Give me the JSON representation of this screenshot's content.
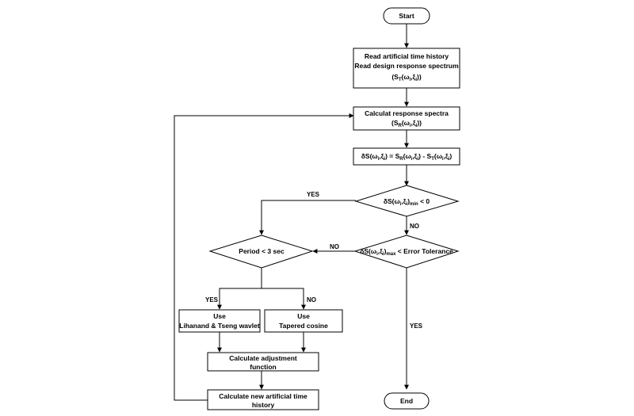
{
  "nodes": {
    "start": {
      "label": "Start"
    },
    "read": {
      "line1": "Read artificial time history",
      "line2": "Read design response spectrum",
      "line3_main": "(S",
      "line3_sub": "T",
      "line3_rest": "(ω",
      "line3_sub2": "i",
      "line3_rest2": ",ξ",
      "line3_sub3": "i",
      "line3_end": "))"
    },
    "calc_spectra": {
      "line1": "Calculat response spectra",
      "line2_main": "(S",
      "line2_sub": "R",
      "line2_rest": "(ω",
      "line2_sub2": "i",
      "line2_rest2": ",ξ",
      "line2_sub3": "i",
      "line2_end": "))"
    },
    "delta": {
      "p1": "δS(ω",
      "p1s": "i",
      "p2": ",ξ",
      "p2s": "i",
      "p3": ") = S",
      "p3s": "R",
      "p4": "(ω",
      "p4s": "i",
      "p5": ",ξ",
      "p5s": "i",
      "p6": ") - S",
      "p6s": "T",
      "p7": "(ω",
      "p7s": "i",
      "p8": ",ξ",
      "p8s": "i",
      "p9": ")"
    },
    "check_min": {
      "p1": "δS(ω",
      "p1s": "i",
      "p2": ",ξ",
      "p2s": "i",
      "p3": ")",
      "p3s": "min",
      "p4": " < 0"
    },
    "check_max": {
      "p1": "δS(ω",
      "p1s": "i",
      "p2": ",ξ",
      "p2s": "i",
      "p3": ")",
      "p3s": "max",
      "p4": " < Error Tolerance"
    },
    "period": {
      "label": "Period < 3 sec"
    },
    "use_wavelet": {
      "line1": "Use",
      "line2": "Lihanand & Tseng wavlet"
    },
    "use_cosine": {
      "line1": "Use",
      "line2": "Tapered cosine"
    },
    "adjust": {
      "line1": "Calculate adjustment",
      "line2": "function"
    },
    "new_history": {
      "line1": "Calculate new artificial time",
      "line2": "history"
    },
    "end": {
      "label": "End"
    }
  },
  "edge_labels": {
    "min_yes": "YES",
    "min_no": "NO",
    "max_no": "NO",
    "max_yes": "YES",
    "period_yes": "YES",
    "period_no": "NO"
  }
}
